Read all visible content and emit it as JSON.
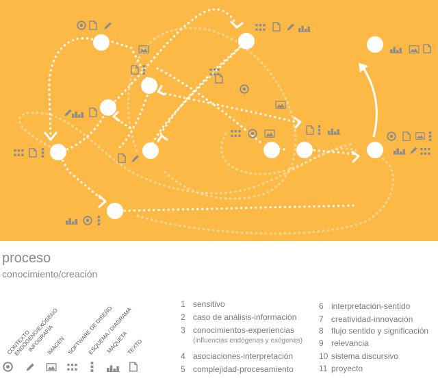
{
  "colors": {
    "background": "#FDB945",
    "paths": "#ffffff",
    "icons": "#8c8c8c",
    "text": "#7a7a7a"
  },
  "title": "proceso",
  "subtitle": "conocimiento/creación",
  "legend": {
    "items": [
      {
        "icon": "target-icon",
        "label": "CONTEXTO\nENDÓGENO/EXÓGENO"
      },
      {
        "icon": "pencil-icon",
        "label": "INFOGRAFÍA"
      },
      {
        "icon": "image-icon",
        "label": "IMAGEN"
      },
      {
        "icon": "grid-icon",
        "label": "SOFTWARE DE DISEÑO"
      },
      {
        "icon": "vertical-dots-icon",
        "label": "ESQUEMA / DIAGRAMA"
      },
      {
        "icon": "bar-chart-icon",
        "label": "MAQUETA"
      },
      {
        "icon": "document-icon",
        "label": "TEXTO"
      }
    ]
  },
  "steps": [
    {
      "num": "1",
      "label": "sensitivo"
    },
    {
      "num": "2",
      "label": "caso de análisis-información"
    },
    {
      "num": "3",
      "label": "conocimientos-experiencias"
    },
    {
      "num": "4",
      "label": "asociaciones-interpretación"
    },
    {
      "num": "5",
      "label": "complejidad-procesamiento"
    },
    {
      "num": "6",
      "label": "interpretación-sentido"
    },
    {
      "num": "7",
      "label": "creatividad-innovación"
    },
    {
      "num": "8",
      "label": "flujo sentido y significación"
    },
    {
      "num": "9",
      "label": "relevancia"
    },
    {
      "num": "10",
      "label": "sistema discursivo"
    },
    {
      "num": "11",
      "label": "proyecto"
    }
  ],
  "step3_note": "(influencias endógenas y exógenas)"
}
